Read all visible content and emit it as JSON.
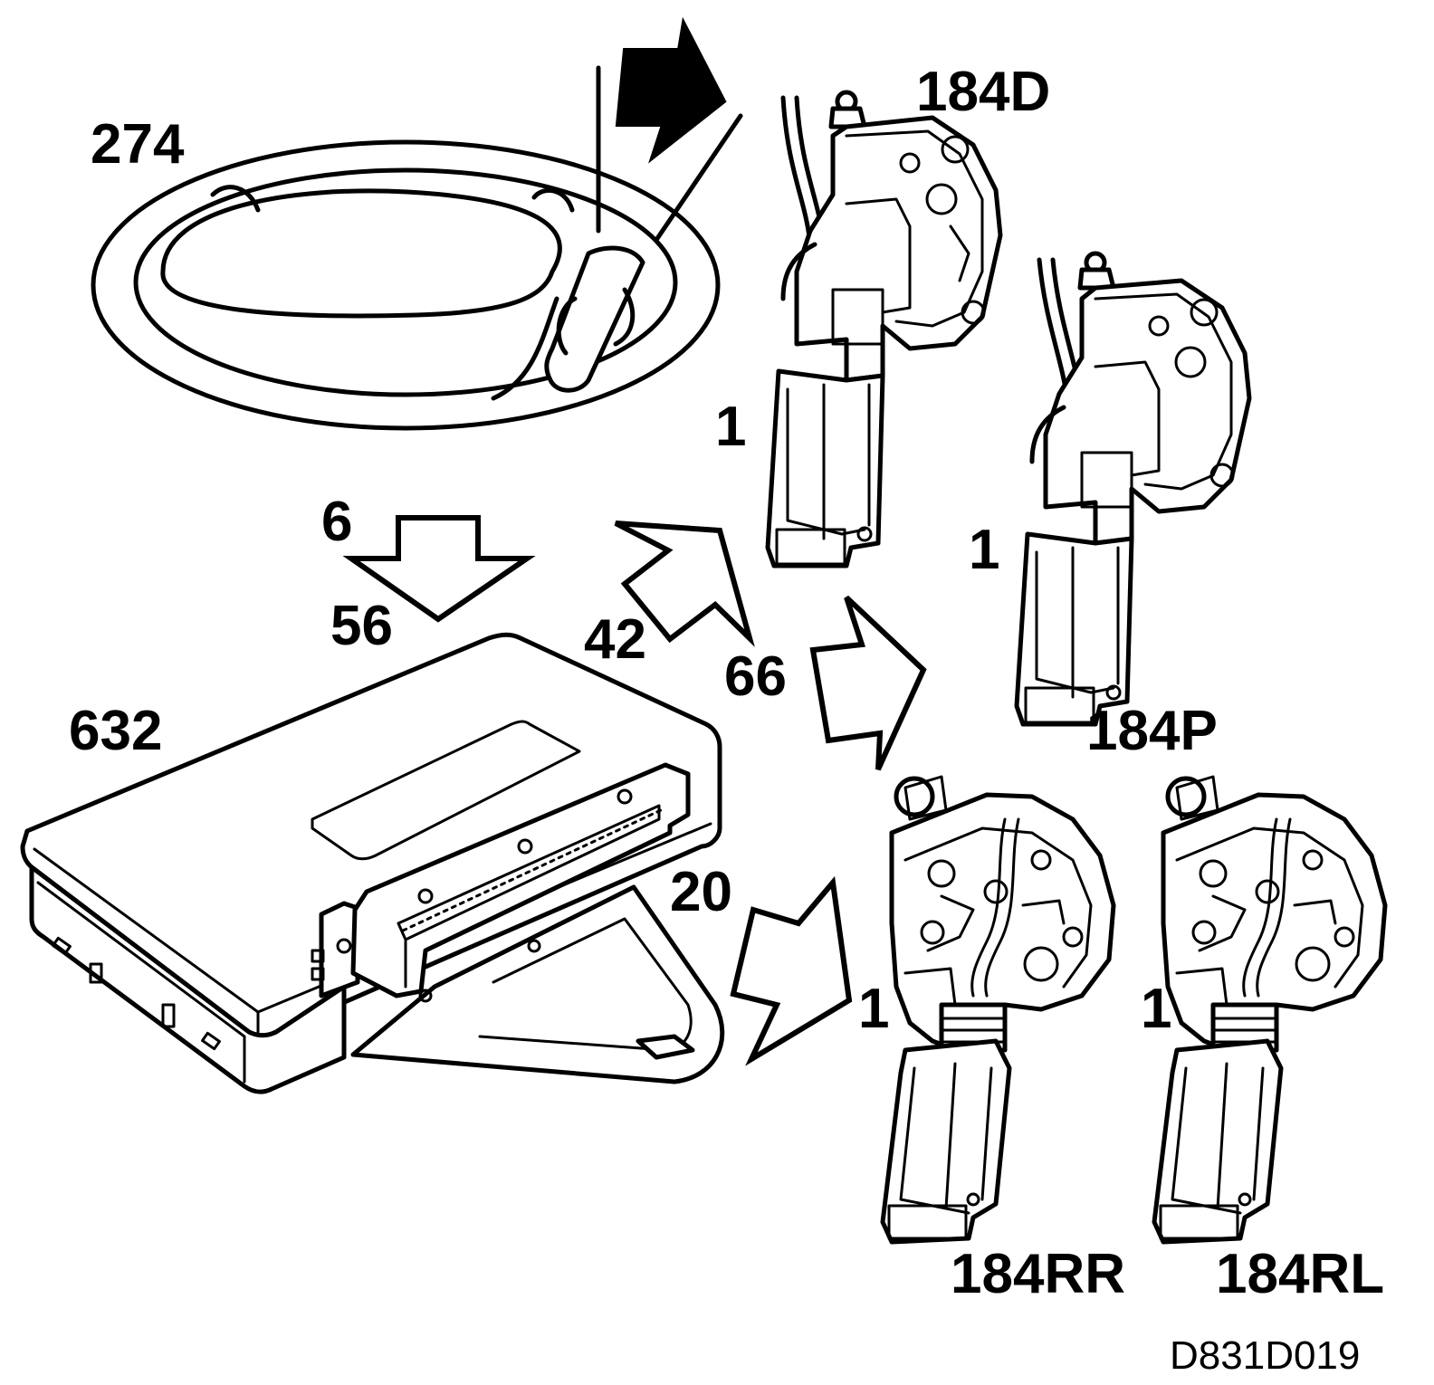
{
  "labels": {
    "handle": "274",
    "actuator_driver": "184D",
    "actuator_passenger": "184P",
    "actuator_rear_right": "184RR",
    "actuator_rear_left": "184RL",
    "control_module": "632",
    "pin_1_driver": "1",
    "pin_1_passenger": "1",
    "pin_1_rear_right": "1",
    "pin_1_rear_left": "1",
    "wire_6": "6",
    "wire_56": "56",
    "wire_42": "42",
    "wire_66": "66",
    "wire_20": "20"
  },
  "figure_id": "D831D019",
  "icons": [
    "door-handle-icon",
    "lock-actuator-icon",
    "control-module-icon",
    "signal-arrow-icon"
  ]
}
